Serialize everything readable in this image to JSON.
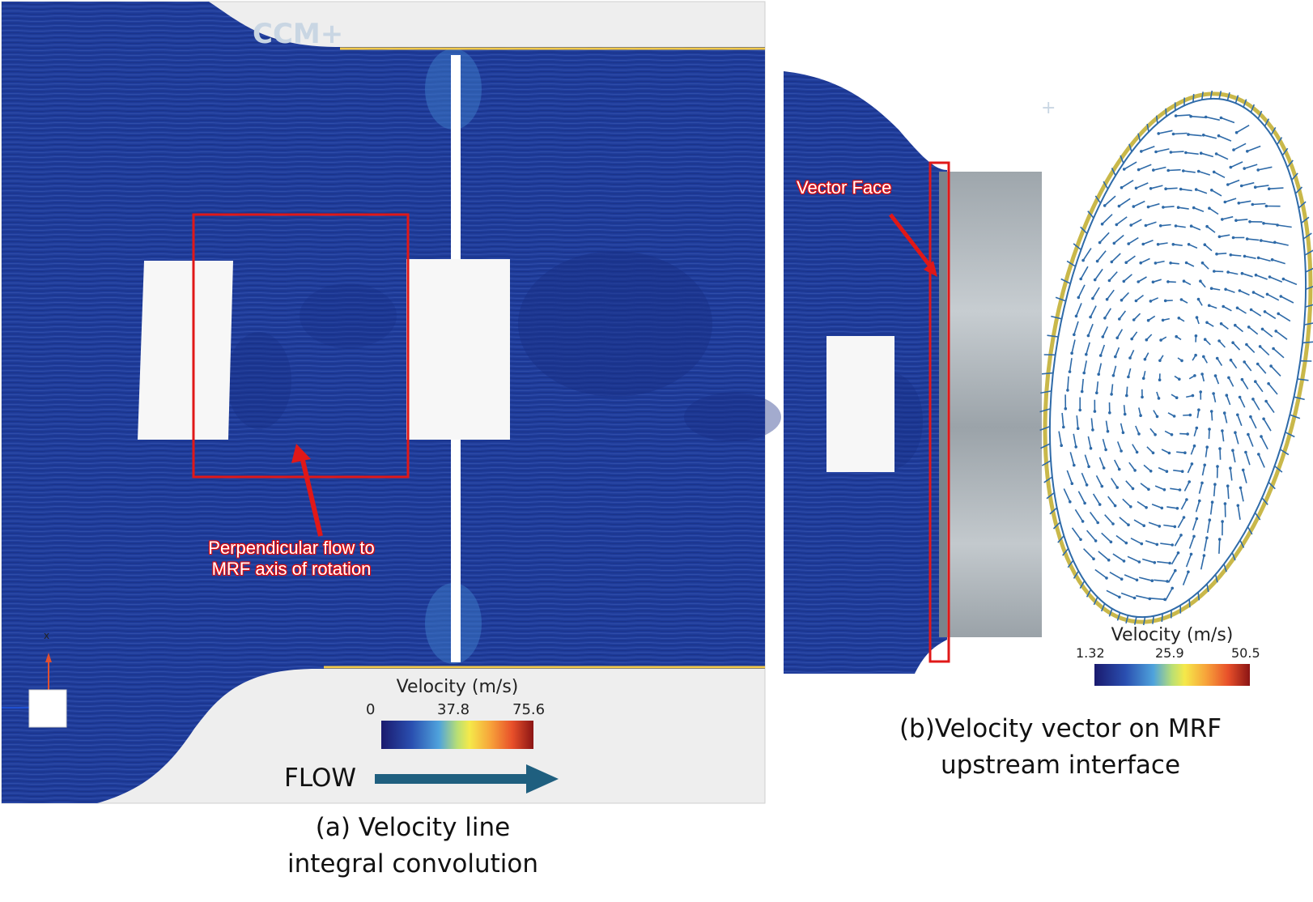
{
  "panel_a": {
    "watermark": "CCM+",
    "axis_label": "x",
    "callout": [
      "Perpendicular flow to",
      "MRF axis of rotation"
    ],
    "colorbar": {
      "title": "Velocity (m/s)",
      "ticks": [
        "0",
        "37.8",
        "75.6"
      ]
    },
    "flow_label": "FLOW",
    "caption": [
      "(a) Velocity line",
      "integral convolution"
    ]
  },
  "panel_b": {
    "callout": "Vector Face",
    "colorbar": {
      "title": "Velocity (m/s)",
      "ticks": [
        "1.32",
        "25.9",
        "50.5"
      ]
    },
    "caption": [
      "(b)Velocity vector on MRF",
      "upstream interface"
    ]
  },
  "colors": {
    "flow_field": "#1f3f9e",
    "flow_dark": "#182e85",
    "highlight": "#e01818",
    "arrow": "#1f5f7f",
    "vector": "#2e6aa8",
    "hub": "#a8b0b6"
  },
  "colormap": [
    "#1a1a6e",
    "#1f3f9e",
    "#2d74c4",
    "#5fb0e0",
    "#a6d98a",
    "#f5e94a",
    "#f7a23a",
    "#e8502a",
    "#b21e1e",
    "#6b0f0f"
  ]
}
